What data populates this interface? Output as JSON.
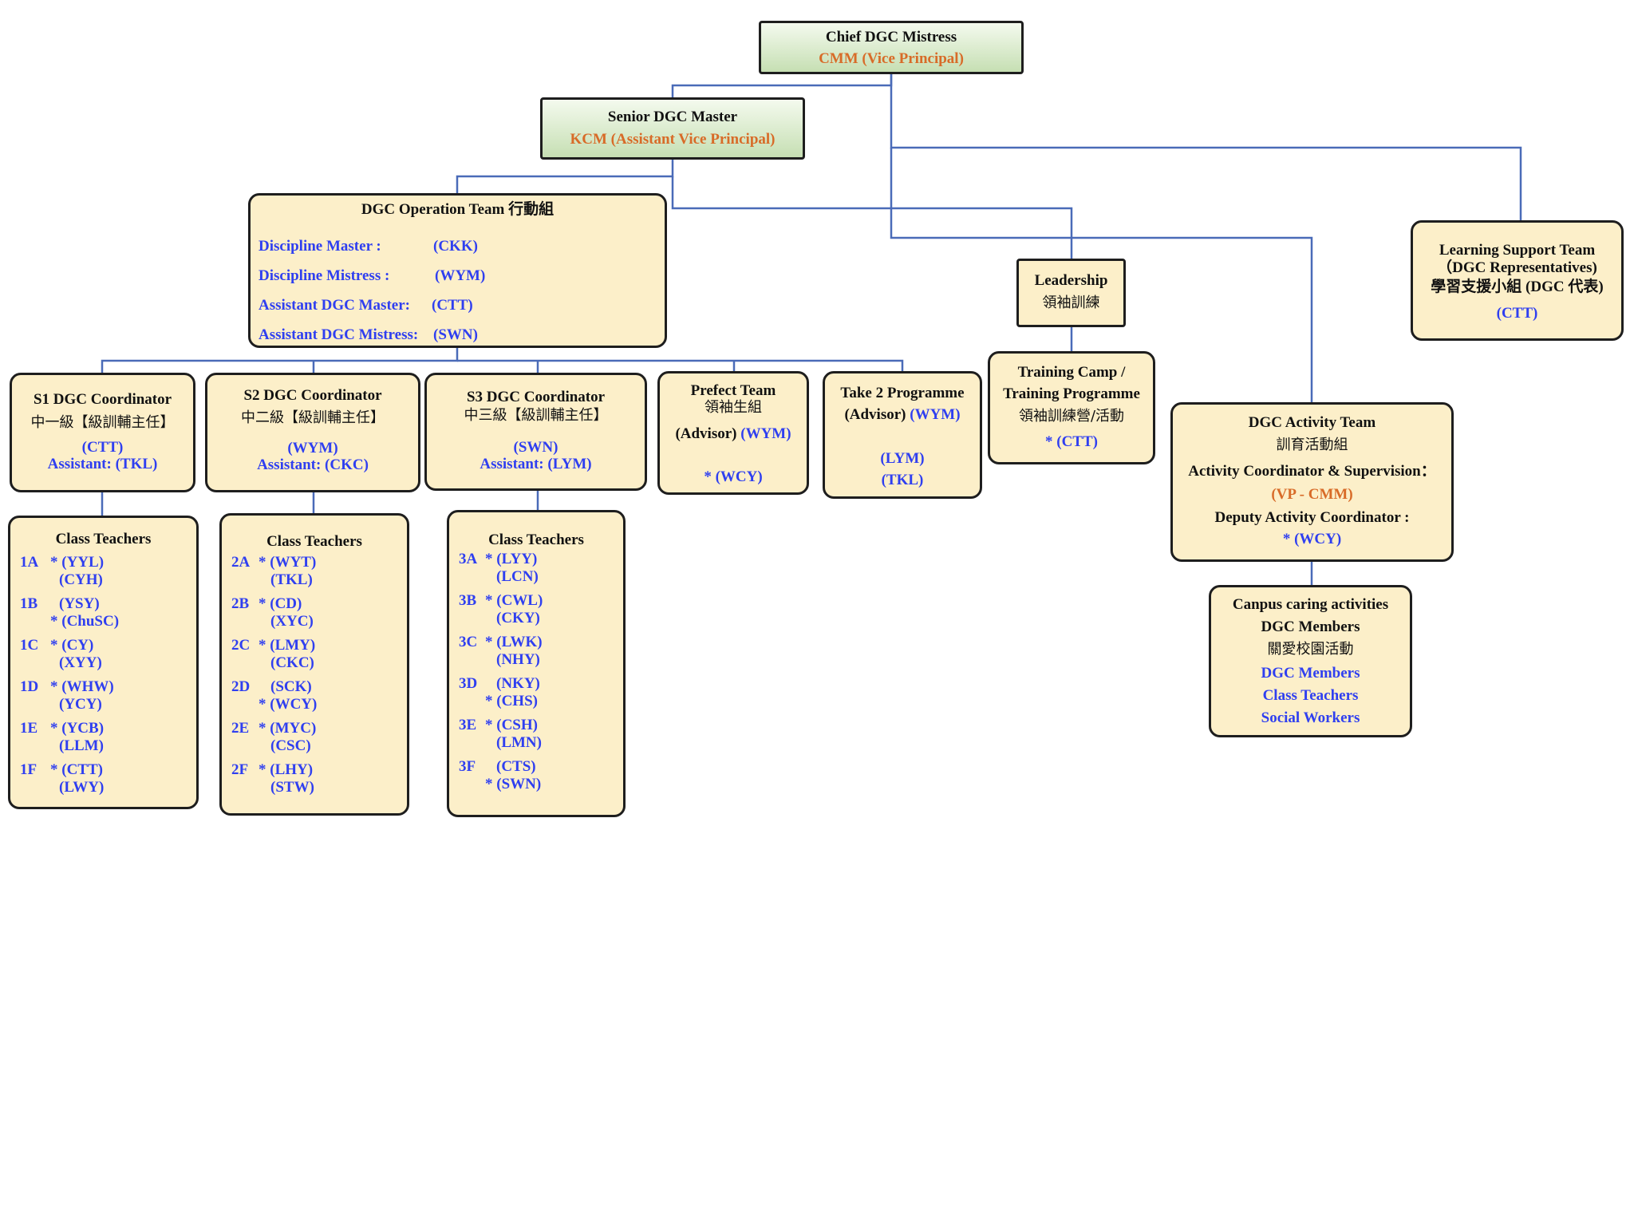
{
  "chief": {
    "title": "Chief DGC Mistress",
    "sub": "CMM  (Vice Principal)"
  },
  "senior": {
    "title": "Senior DGC Master",
    "sub": "KCM (Assistant Vice Principal)"
  },
  "operation": {
    "title": "DGC Operation Team  行動組",
    "roles": [
      {
        "label": "Discipline Master :",
        "code": "(CKK)"
      },
      {
        "label": "Discipline Mistress :",
        "code": "(WYM)"
      },
      {
        "label": "Assistant DGC Master:",
        "code": "(CTT)"
      },
      {
        "label": "Assistant DGC Mistress:",
        "code": "(SWN)"
      }
    ]
  },
  "learning": {
    "title1": "Learning Support Team",
    "title2": "（DGC Representatives)",
    "title3": "學習支援小組 (DGC 代表)",
    "code": "(CTT)"
  },
  "leadership": {
    "title": "Leadership",
    "cjk": "領袖訓練"
  },
  "training": {
    "title1": "Training Camp /",
    "title2": "Training Programme",
    "cjk": "領袖訓練營/活動",
    "code": "* (CTT)"
  },
  "activity": {
    "title": "DGC Activity  Team",
    "cjk": "訓育活動組",
    "coord": "Activity Coordinator & Supervision：",
    "coord_code": "(VP - CMM)",
    "deputy": "Deputy Activity Coordinator :",
    "deputy_code": "* (WCY)"
  },
  "campus": {
    "title1": "Canpus caring activities",
    "title2": "DGC Members",
    "cjk": "關愛校園活動",
    "line1": "DGC Members",
    "line2": "Class Teachers",
    "line3": "Social Workers"
  },
  "s1": {
    "title": "S1 DGC Coordinator",
    "cjk": "中一級【級訓輔主任】",
    "code": "(CTT)",
    "assistant": "Assistant: (TKL)"
  },
  "s2": {
    "title": "S2 DGC Coordinator",
    "cjk": "中二級【級訓輔主任】",
    "code": "(WYM)",
    "assistant": "Assistant: (CKC)"
  },
  "s3": {
    "title": "S3 DGC Coordinator",
    "cjk": "中三級【級訓輔主任】",
    "code": "(SWN)",
    "assistant": "Assistant: (LYM)"
  },
  "prefect": {
    "title": "Prefect Team",
    "cjk": "領袖生組",
    "advisor": "(Advisor)",
    "advisor_code": "(WYM)",
    "code": "* (WCY)"
  },
  "take2": {
    "title": "Take 2 Programme",
    "advisor": "(Advisor)",
    "advisor_code": "(WYM)",
    "code1": "(LYM)",
    "code2": "(TKL)"
  },
  "ct1": {
    "title": "Class Teachers",
    "classes": [
      {
        "cls": "1A",
        "a": "* (YYL)",
        "b": "(CYH)"
      },
      {
        "cls": "1B",
        "a": "(YSY)",
        "b": "* (ChuSC)"
      },
      {
        "cls": "1C",
        "a": "* (CY)",
        "b": "(XYY)"
      },
      {
        "cls": "1D",
        "a": "* (WHW)",
        "b": "(YCY)"
      },
      {
        "cls": "1E",
        "a": "* (YCB)",
        "b": "(LLM)"
      },
      {
        "cls": "1F",
        "a": "* (CTT)",
        "b": "(LWY)"
      }
    ]
  },
  "ct2": {
    "title": "Class Teachers",
    "classes": [
      {
        "cls": "2A",
        "a": "* (WYT)",
        "b": "(TKL)"
      },
      {
        "cls": "2B",
        "a": "* (CD)",
        "b": "(XYC)"
      },
      {
        "cls": "2C",
        "a": "* (LMY)",
        "b": "(CKC)"
      },
      {
        "cls": "2D",
        "a": "(SCK)",
        "b": "* (WCY)"
      },
      {
        "cls": "2E",
        "a": "* (MYC)",
        "b": "(CSC)"
      },
      {
        "cls": "2F",
        "a": "* (LHY)",
        "b": "(STW)"
      }
    ]
  },
  "ct3": {
    "title": "Class Teachers",
    "classes": [
      {
        "cls": "3A",
        "a": "* (LYY)",
        "b": "(LCN)"
      },
      {
        "cls": "3B",
        "a": "* (CWL)",
        "b": "(CKY)"
      },
      {
        "cls": "3C",
        "a": "* (LWK)",
        "b": "(NHY)"
      },
      {
        "cls": "3D",
        "a": "(NKY)",
        "b": "* (CHS)"
      },
      {
        "cls": "3E",
        "a": "* (CSH)",
        "b": "(LMN)"
      },
      {
        "cls": "3F",
        "a": "(CTS)",
        "b": "* (SWN)"
      }
    ]
  },
  "colors": {
    "box_fill": "#fcefc9",
    "connector": "#4a6bb8",
    "code_blue": "#2f3ff0",
    "code_orange": "#d86b28"
  }
}
